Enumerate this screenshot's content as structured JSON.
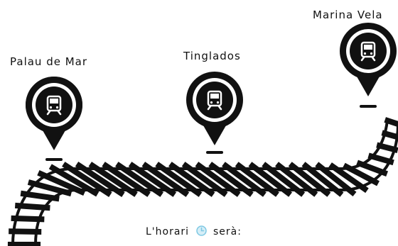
{
  "stations": [
    {
      "id": "palau",
      "label": "Palau de Mar"
    },
    {
      "id": "tinglados",
      "label": "Tinglados"
    },
    {
      "id": "marina",
      "label": "Marina Vela"
    }
  ],
  "schedule": {
    "prefix": "L'horari",
    "suffix": "serà:",
    "icon": "clock-icon"
  },
  "icons": {
    "station_marker": "map-pin-train-icon"
  },
  "colors": {
    "ink": "#111111",
    "clock_accent": "#7ec8e3"
  }
}
